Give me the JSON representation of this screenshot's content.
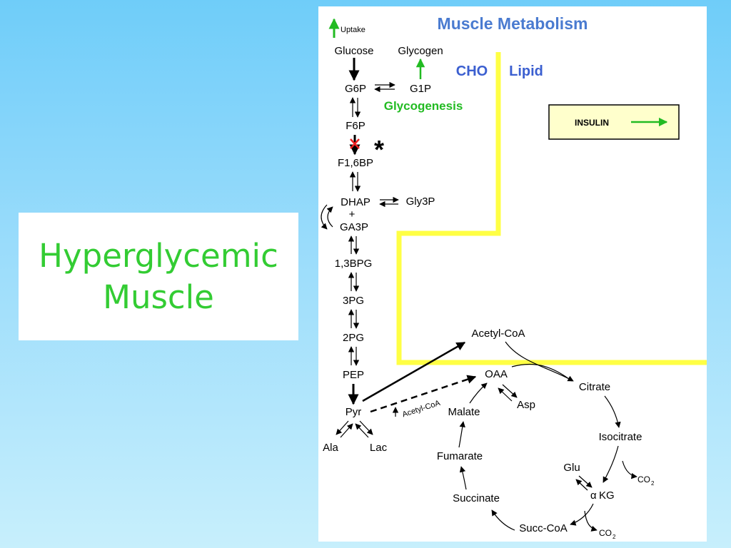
{
  "slide": {
    "title_line1": "Hyperglycemic",
    "title_line2": "Muscle"
  },
  "diagram": {
    "title": "Muscle Metabolism",
    "legend_uptake": "Uptake",
    "region_cho": "CHO",
    "region_lipid": "Lipid",
    "insulin_label": "INSULIN",
    "glycogenesis_label": "Glycogenesis",
    "block_marker": "*",
    "co2_label": "CO",
    "co2_sub": "2",
    "alpha_symbol": "α",
    "metabolites": {
      "glucose": "Glucose",
      "glycogen": "Glycogen",
      "g6p": "G6P",
      "g1p": "G1P",
      "f6p": "F6P",
      "f16bp": "F1,6BP",
      "dhap": "DHAP",
      "plus": "+",
      "gly3p": "Gly3P",
      "ga3p": "GA3P",
      "bpg13": "1,3BPG",
      "pg3": "3PG",
      "pg2": "2PG",
      "pep": "PEP",
      "pyr": "Pyr",
      "ala": "Ala",
      "lac": "Lac",
      "acetyl_coa": "Acetyl-CoA",
      "acetyl_coa_inhibit": "Acetyl-CoA",
      "oaa": "OAA",
      "asp": "Asp",
      "citrate": "Citrate",
      "isocitrate": "Isocitrate",
      "malate": "Malate",
      "fumarate": "Fumarate",
      "succinate": "Succinate",
      "succ_coa": "Succ-CoA",
      "glu": "Glu",
      "kg": "KG"
    },
    "colors": {
      "uptake_arrow": "#22bb22",
      "region_border": "#ffff44",
      "insulin_box": "#ffffcc",
      "block_mark": "#ee2222",
      "title": "#4a7bd0"
    }
  }
}
